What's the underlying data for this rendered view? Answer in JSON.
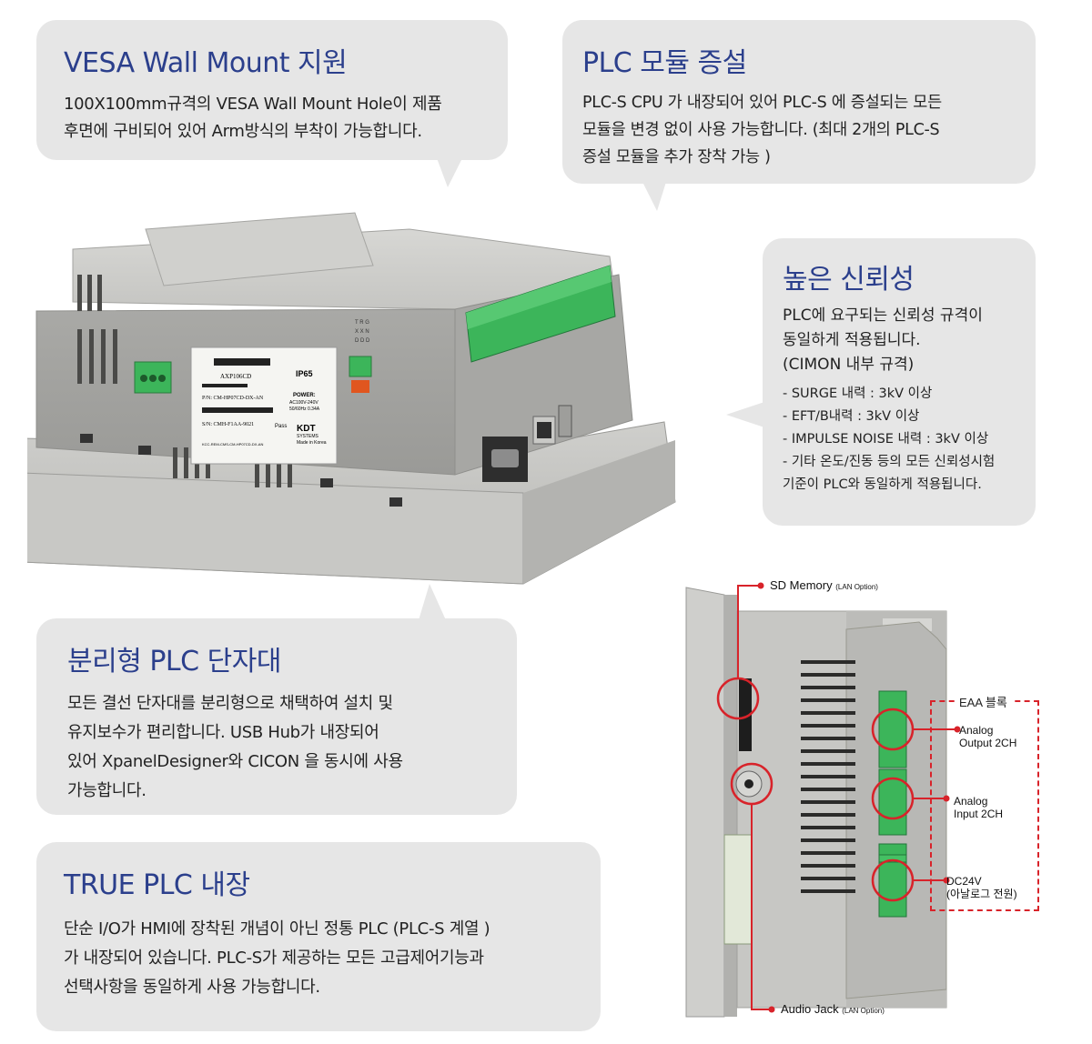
{
  "bubbles": {
    "vesa": {
      "title": "VESA Wall Mount 지원",
      "line1": "100X100mm규격의  VESA Wall Mount Hole이 제품",
      "line2": "후면에 구비되어 있어 Arm방식의 부착이 가능합니다."
    },
    "plc_module": {
      "title": "PLC 모듈 증설",
      "line1": "PLC-S CPU 가 내장되어 있어   PLC-S 에 증설되는 모든",
      "line2": "모듈을 변경  없이 사용 가능합니다.  (최대 2개의  PLC-S",
      "line3": "증설 모듈을 추가 장착 가능  )"
    },
    "reliability": {
      "title": "높은 신뢰성",
      "line1": "PLC에 요구되는 신뢰성 규격이",
      "line2": "동일하게 적용됩니다.",
      "line3": "(CIMON 내부 규격)",
      "items": [
        "- SURGE  내력 :   3kV 이상",
        "- EFT/B내력 :   3kV 이상",
        "- IMPULSE NOISE  내력 :   3kV 이상",
        "- 기타 온도/진동 등의 모든 신뢰성시험",
        "기준이  PLC와 동일하게 적용됩니다."
      ]
    },
    "terminal": {
      "title": "분리형 PLC 단자대",
      "line1": "모든  결선  단자대를  분리형으로  채택하여  설치  및",
      "line2": "유지보수가  편리합니다.     USB  Hub가  내장되어",
      "line3": "있어   XpanelDesigner와   CICON 을  동시에  사용",
      "line4": "가능합니다."
    },
    "true_plc": {
      "title": "TRUE PLC 내장",
      "line1": "단순  I/O가 HMI에 장착된 개념이 아닌 정통     PLC (PLC-S  계열 )",
      "line2": "가 내장되어 있습니다.   PLC-S가 제공하는 모든 고급제어기능과",
      "line3": "선택사항을 동일하게 사용 가능합니다."
    }
  },
  "device_label": {
    "model": "AXP106CD",
    "ip": "IP65",
    "pn": "P/N: CM-HP07CD-DX-AN",
    "power_title": "POWER:",
    "power_v": "AC100V-240V",
    "power_hz": "50/60Hz 0.34A",
    "sn": "S/N: CMH-F1AA-9021",
    "kcc": "KCC-REM-CMS-CM-HP07CD-DX-AN",
    "brand": "KDT",
    "brand_sub": "SYSTEMS",
    "made": "Made in Korea",
    "pass": "Pass",
    "txd": "T R G",
    "rxd": "X X N",
    "ddd": "D D D"
  },
  "side_callouts": {
    "sd_memory": "SD Memory",
    "sd_note": "(LAN Option)",
    "audio_jack": "Audio Jack",
    "audio_note": "(LAN Option)",
    "eaa_block": "EAA 블록",
    "analog_out_1": "Analog",
    "analog_out_2": "Output 2CH",
    "analog_in_1": "Analog",
    "analog_in_2": "Input 2CH",
    "dc24_1": "DC24V",
    "dc24_2": "(아날로그 전원)"
  },
  "colors": {
    "title_blue": "#2b3f8c",
    "bubble_gray": "#e6e6e6",
    "callout_red": "#d8232a",
    "terminal_green": "#3cb55a",
    "device_gray": "#b9b9b6"
  }
}
